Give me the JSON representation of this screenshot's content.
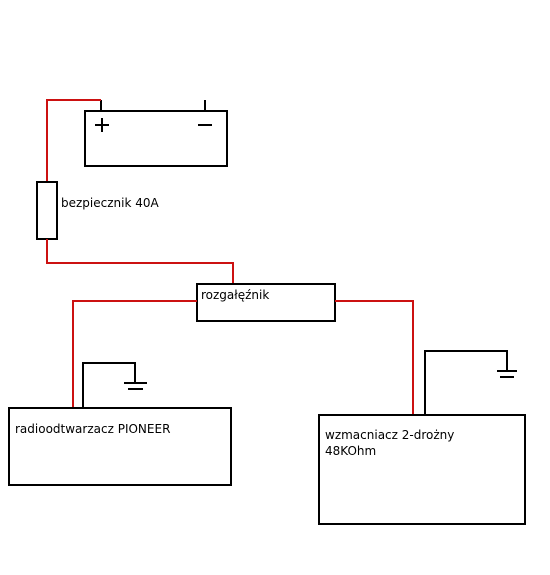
{
  "colors": {
    "wire": "#cc1111",
    "outline": "#000000",
    "background": "#ffffff"
  },
  "battery": {
    "plus_symbol": "+",
    "minus_symbol": "−"
  },
  "fuse": {
    "label": "bezpiecznik 40A"
  },
  "splitter": {
    "label": "rozgałęźnik"
  },
  "radio": {
    "label": "radioodtwarzacz PIONEER"
  },
  "amplifier": {
    "label_line1": "wzmacniacz 2-drożny",
    "label_line2": "48KOhm"
  },
  "icons": [
    "ground-symbol-icon"
  ]
}
